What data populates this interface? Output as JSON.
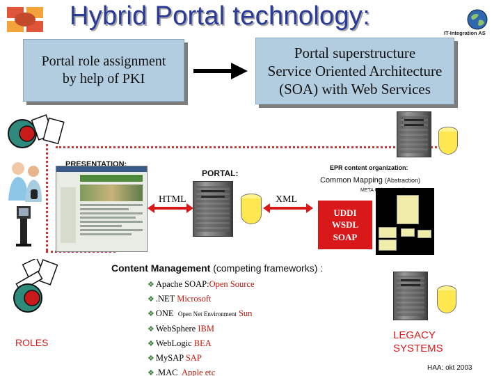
{
  "title": "Hybrid Portal technology:",
  "logo": {
    "text": "IT-Integration AS",
    "icon": "globe-icon"
  },
  "corner_icon": "windows-flag-icon",
  "box_left": {
    "text": "Portal role assignment\nby help of PKI"
  },
  "box_right": {
    "text": "Portal superstructure\nService Oriented Architecture\n(SOA) with Web Services"
  },
  "labels": {
    "presentation": "PRESENTATION:",
    "portal": "PORTAL:",
    "epr": "EPR content organization:",
    "common_mapping_main": "Common Mapping",
    "common_mapping_sub": "(Abstraction)",
    "meta": "META Object modeling",
    "html": "HTML",
    "xml": "XML"
  },
  "services": [
    "UDDI",
    "WSDL",
    "SOAP"
  ],
  "cms": {
    "heading_bold": "Content Management",
    "heading_rest": " (competing frameworks) :",
    "items": [
      {
        "name": "Apache SOAP:",
        "vendor": "Open Source"
      },
      {
        "name": ".NET",
        "vendor": "Microsoft"
      },
      {
        "name": "ONE",
        "detail": "Open Net Environment",
        "vendor": "Sun"
      },
      {
        "name": "WebSphere",
        "vendor": "IBM"
      },
      {
        "name": "WebLogic",
        "vendor": "BEA"
      },
      {
        "name": "MySAP",
        "vendor": "SAP"
      },
      {
        "name": ".MAC",
        "vendor": "Apple",
        "extra": "etc"
      }
    ]
  },
  "legacy": "LEGACY\nSYSTEMS",
  "roles": "ROLES",
  "footer": "HAA: okt 2003",
  "colors": {
    "title": "#2a3a98",
    "box": "#b3cde0",
    "red": "#d91919",
    "accent_text": "#c0180c"
  }
}
